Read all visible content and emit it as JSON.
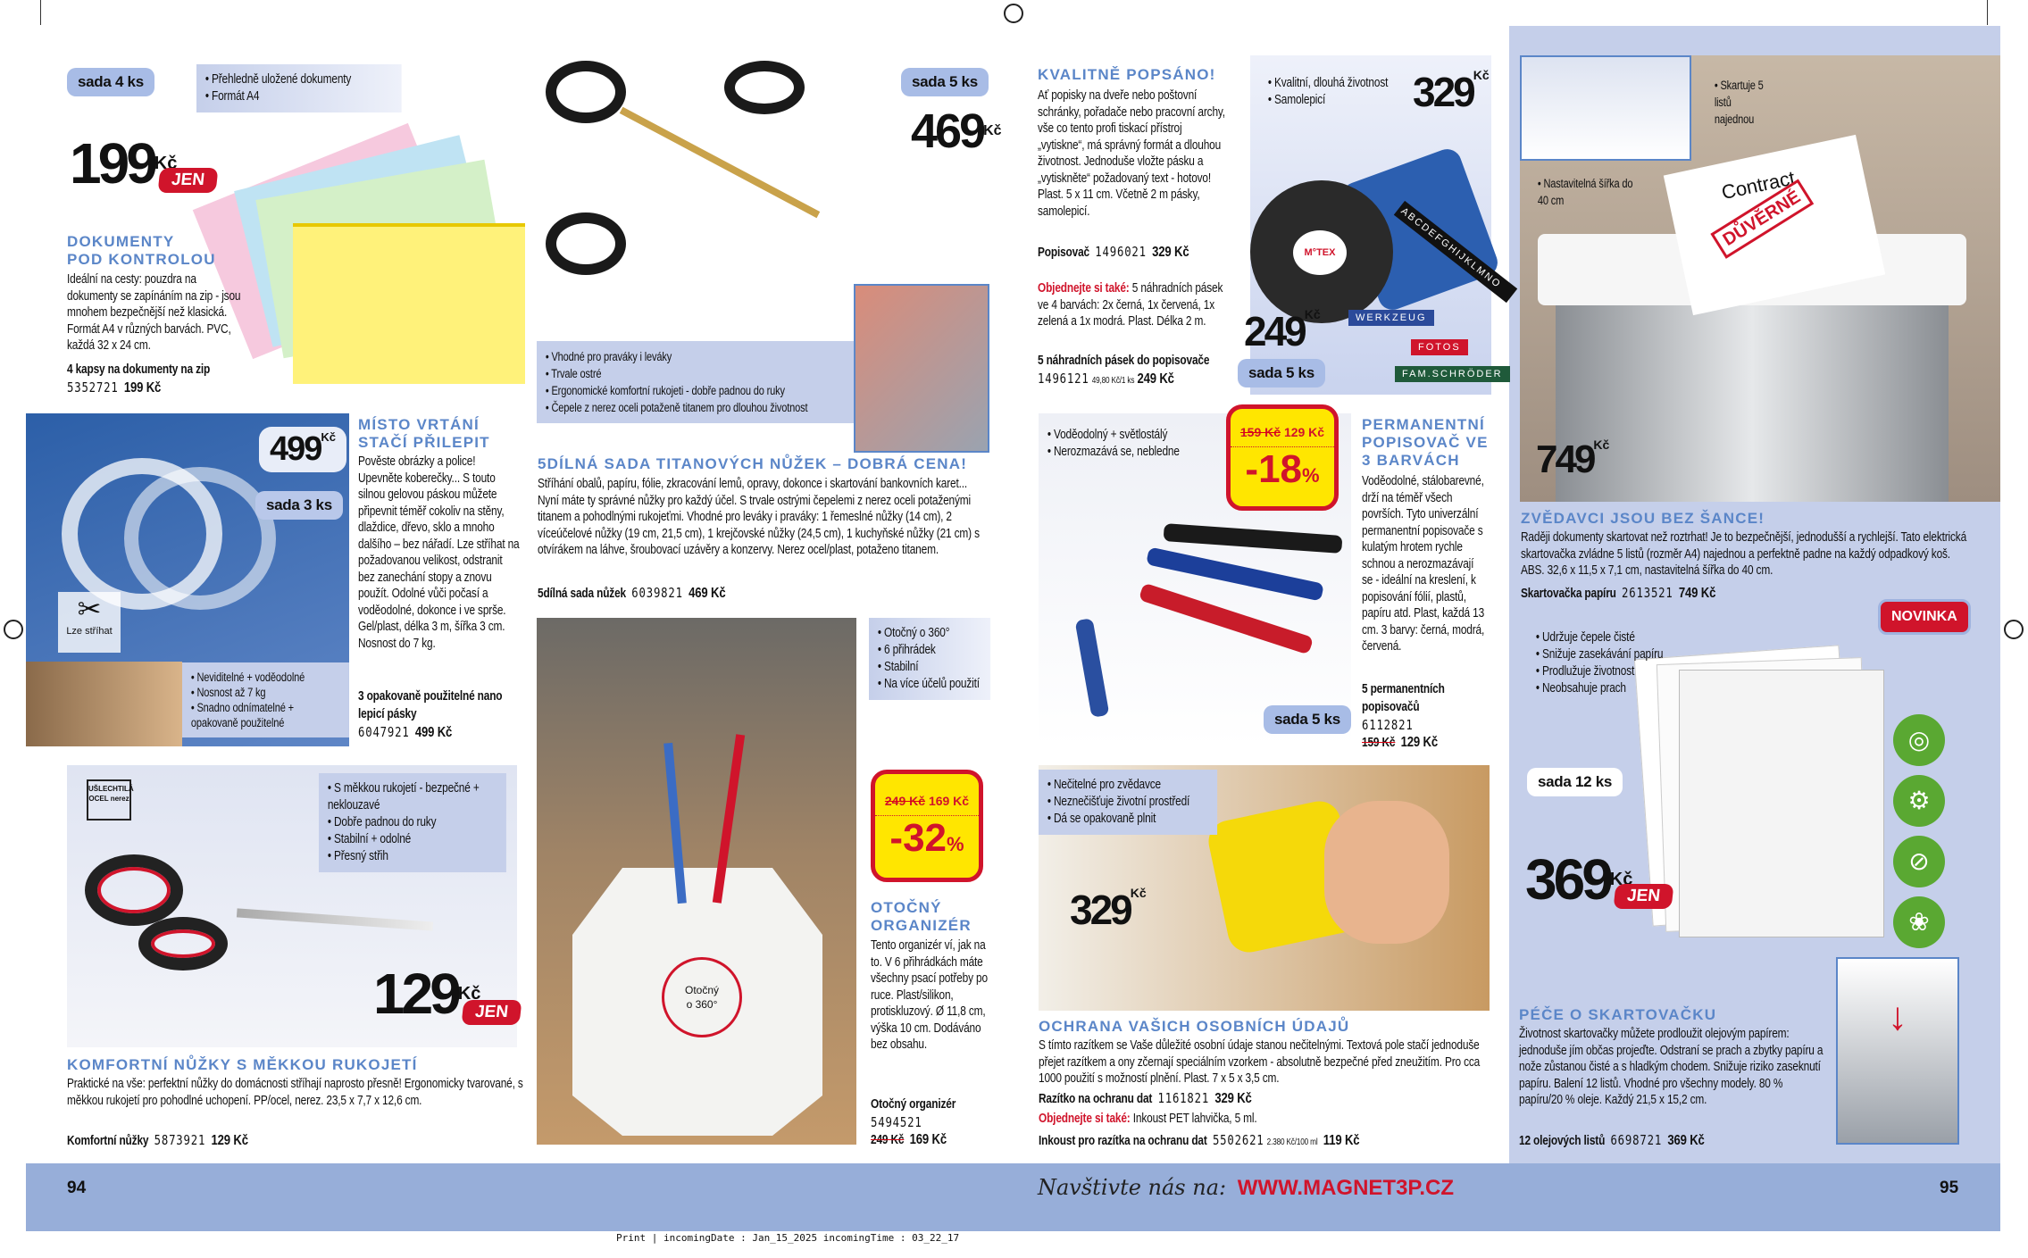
{
  "footer": {
    "page_left": "94",
    "page_right": "95",
    "visit_label": "Navštivte nás na:",
    "url": "WWW.MAGNET3P.CZ"
  },
  "print_info": "Print | incomingDate : Jan_15_2025 incomingTime : 03_22_17",
  "colors": {
    "title_blue": "#5b86c8",
    "panel_blue": "#c5cfea",
    "footer_blue": "#97aed9",
    "accent_red": "#d0142b",
    "discount_yellow": "#ffe600"
  },
  "pockets": {
    "badge": "sada 4 ks",
    "bullets": [
      "Přehledně uložené dokumenty",
      "Formát A4"
    ],
    "price": "199",
    "currency": "Kč",
    "jen": "JEN",
    "title_1": "DOKUMENTY",
    "title_2": "POD KONTROLOU",
    "body": "Ideální na cesty: pouzdra na dokumenty se zapínáním na zip - jsou mnohem bezpečnější než klasická. Formát A4 v různých barvách. PVC, každá 32 x 24 cm.",
    "order_name": "4 kapsy na dokumenty na zip",
    "order_code": "5352721",
    "order_price": "199 Kč"
  },
  "tape": {
    "price": "499",
    "currency": "Kč",
    "badge": "sada 3 ks",
    "cut_label": "Lze stříhat",
    "bullets": [
      "Neviditelné + voděodolné",
      "Nosnost až 7 kg",
      "Snadno odnímatelné + opakovaně použitelné"
    ],
    "title_1": "MÍSTO VRTÁNÍ",
    "title_2": "STAČÍ PŘILEPIT",
    "body": "Pověste obrázky a police! Upevněte koberečky... S touto silnou gelovou páskou můžete připevnit téměř cokoliv na stěny, dlaždice, dřevo, sklo a mnoho dalšího – bez nářadí. Lze stříhat na požadovanou velikost, odstranit bez zanechání stopy a znovu použít. Odolné vůči počasí a voděodolné, dokonce i ve sprše. Gel/plast, délka 3 m, šířka 3 cm. Nosnost do 7 kg.",
    "order_name": "3 opakovaně použitelné nano lepicí pásky",
    "order_code": "6047921",
    "order_price": "499 Kč"
  },
  "comfort_scissors": {
    "steel_label": "UŠLECHTILÁ OCEL nerez",
    "bullets": [
      "S měkkou rukojetí - bezpečné + neklouzavé",
      "Dobře padnou do ruky",
      "Stabilní + odolné",
      "Přesný střih"
    ],
    "price": "129",
    "currency": "Kč",
    "jen": "JEN",
    "title": "KOMFORTNÍ NŮŽKY S MĚKKOU RUKOJETÍ",
    "body": "Praktické na vše: perfektní nůžky do domácnosti stříhají naprosto přesně! Ergonomicky tvarované, s měkkou rukojetí pro pohodlné uchopení. PP/ocel, nerez. 23,5 x 7,7 x 12,6 cm.",
    "order_name": "Komfortní nůžky",
    "order_code": "5873921",
    "order_price": "129 Kč"
  },
  "scissors_set": {
    "badge": "sada 5 ks",
    "price": "469",
    "currency": "Kč",
    "bullets": [
      "Vhodné pro praváky i leváky",
      "Trvale ostré",
      "Ergonomické komfortní rukojeti - dobře padnou do ruky",
      "Čepele z nerez oceli potaženě titanem pro dlouhou životnost"
    ],
    "title": "5DÍLNÁ SADA TITANOVÝCH NŮŽEK – DOBRÁ CENA!",
    "body": "Stříhání obalů, papíru, fólie, zkracování lemů, opravy, dokonce i skartování bankovních karet... Nyní máte ty správné nůžky pro každý účel. S trvale ostrými čepelemi z nerez oceli potaženými titanem a pohodlnými rukojeťmi. Vhodné pro leváky i praváky: 1 řemeslné nůžky (14 cm), 2 víceúčelové nůžky (19 cm, 21,5 cm), 1 krejčovské nůžky (24,5 cm), 1 kuchyňské nůžky (21 cm) s otvírákem na láhve, šroubovací uzávěry a konzervy. Nerez ocel/plast, potaženo titanem.",
    "order_name": "5dílná sada nůžek",
    "order_code": "6039821",
    "order_price": "469 Kč"
  },
  "organizer": {
    "bullets": [
      "Otočný o 360°",
      "6 přihrádek",
      "Stabilní",
      "Na více účelů použití"
    ],
    "rotate_label_1": "Otočný",
    "rotate_label_2": "o 360°",
    "old_price": "249 Kč",
    "new_price": "169 Kč",
    "discount": "-32",
    "percent": "%",
    "title_1": "OTOČNÝ",
    "title_2": "ORGANIZÉR",
    "body": "Tento organizér ví, jak na to. V 6 přihrádkách máte všechny psací potřeby po ruce. Plast/silikon, protiskluzový. Ø 11,8 cm, výška 10 cm. Dodáváno bez obsahu.",
    "order_name": "Otočný organizér",
    "order_code": "5494521",
    "order_old_price": "249 Kč",
    "order_price": "169 Kč"
  },
  "label_maker": {
    "title": "KVALITNĚ POPSÁNO!",
    "body": "Ať popisky na dveře nebo poštovní schránky, pořadače nebo pracovní archy, vše co tento profi tiskací přístroj „vytiskne“, má správný formát a dlouhou životnost. Jednoduše vložte pásku a „vytiskněte“ požadovaný text - hotovo! Plast. 5 x 11 cm. Včetně 2 m pásky, samolepicí.",
    "order_name": "Popisovač",
    "order_code": "1496021",
    "order_price": "329 Kč",
    "also_label": "Objednejte si také:",
    "also_body": "5 náhradních pásek ve 4 barvách: 2x černá, 1x červená, 1x zelená a 1x modrá. Plast. Délka 2 m.",
    "also_name": "5 náhradních pásek do popisovače",
    "also_code": "1496121",
    "also_unit": "49,80 Kč/1 ks",
    "also_price": "249 Kč",
    "bullets": [
      "Kvalitní, dlouhá životnost",
      "Samolepicí"
    ],
    "price": "329",
    "refill_price": "249",
    "currency": "Kč",
    "badge": "sada 5 ks",
    "tapes": [
      "WERKZEUG",
      "FOTOS",
      "FAM.SCHRÖDER"
    ],
    "wheel_brand": "M°TEX",
    "tape_text": "ABCDEFGHIJKLMNO"
  },
  "markers": {
    "bullets": [
      "Voděodolný + světlostálý",
      "Nerozmazává se, nebledne"
    ],
    "old_price": "159 Kč",
    "new_price": "129 Kč",
    "discount": "-18",
    "percent": "%",
    "badge": "sada 5 ks",
    "title_1": "PERMANENTNÍ",
    "title_2": "POPISOVAČ VE",
    "title_3": "3 BARVÁCH",
    "body": "Voděodolné, stálobarevné, drží na téměř všech površích. Tyto univerzální permanentní popisovače s kulatým hrotem rychle schnou a nerozmazávají se - ideální na kreslení, k popisování fólií, plastů, papíru atd. Plast, každá 13 cm. 3 barvy: černá, modrá, červená.",
    "order_name": "5 permanentních popisovačů",
    "order_code": "6112821",
    "order_old_price": "159 Kč",
    "order_price": "129 Kč"
  },
  "stamp": {
    "bullets": [
      "Nečitelné pro zvědavce",
      "Neznečišťuje životní prostředí",
      "Dá se opakovaně plnit"
    ],
    "price": "329",
    "currency": "Kč",
    "title": "OCHRANA VAŠICH OSOBNÍCH ÚDAJŮ",
    "body": "S tímto razítkem se Vaše důležité osobní údaje stanou nečitelnými. Textová pole stačí jednoduše přejet razítkem a ony zčernají speciálním vzorkem - absolutně bezpečné před zneužitím. Pro cca 1000 použití s možností plnění. Plast. 7 x 5 x 3,5 cm.",
    "order_name": "Razítko na ochranu dat",
    "order_code": "1161821",
    "order_price": "329 Kč",
    "also_label": "Objednejte si také:",
    "also_body": "Inkoust PET lahvička, 5 ml.",
    "also_name": "Inkoust pro razítka na ochranu dat",
    "also_code": "5502621",
    "also_unit": "2.380 Kč/100 ml",
    "also_price": "119 Kč"
  },
  "shredder": {
    "bullets_top": [
      "Skartuje 5 listů najednou"
    ],
    "bullets_side": [
      "Nastavitelná šířka do 40 cm"
    ],
    "paper_text": "Contract",
    "stamp_text": "DŮVĚRNÉ",
    "price": "749",
    "currency": "Kč",
    "title": "ZVĚDAVCI JSOU BEZ ŠANCE!",
    "body": "Raději dokumenty skartovat než roztrhat! Je to bezpečnější, jednodušší a rychlejší. Tato elektrická skartovačka zvládne 5 listů (rozměr A4) najednou a perfektně padne na každý odpadkový koš. ABS. 32,6 x 11,5 x 7,1 cm, nastavitelná šířka do 40 cm.",
    "order_name": "Skartovačka papíru",
    "order_code": "2613521",
    "order_price": "749 Kč"
  },
  "oil_sheets": {
    "new_badge": "NOVINKA",
    "bullets": [
      "Udržuje čepele čisté",
      "Snižuje zasekávání papíru",
      "Prodlužuje životnost",
      "Neobsahuje prach"
    ],
    "badge": "sada 12 ks",
    "price": "369",
    "currency": "Kč",
    "jen": "JEN",
    "title": "PÉČE O SKARTOVAČKU",
    "body": "Životnost skartovačky můžete prodloužit olejovým papírem: jednoduše jím občas projeďte. Odstraní se prach a zbytky papíru a nože zůstanou čisté a s hladkým chodem. Snižuje riziko zaseknutí papíru. Balení 12 listů. Vhodné pro všechny modely. 80 % papíru/20 % oleje. Každý 21,5 x 15,2 cm.",
    "order_name": "12 olejových listů",
    "order_code": "6698721",
    "order_price": "369 Kč",
    "feature_icons": [
      "target-icon",
      "gear-icon",
      "no-dust-icon",
      "leaf-icon"
    ]
  }
}
